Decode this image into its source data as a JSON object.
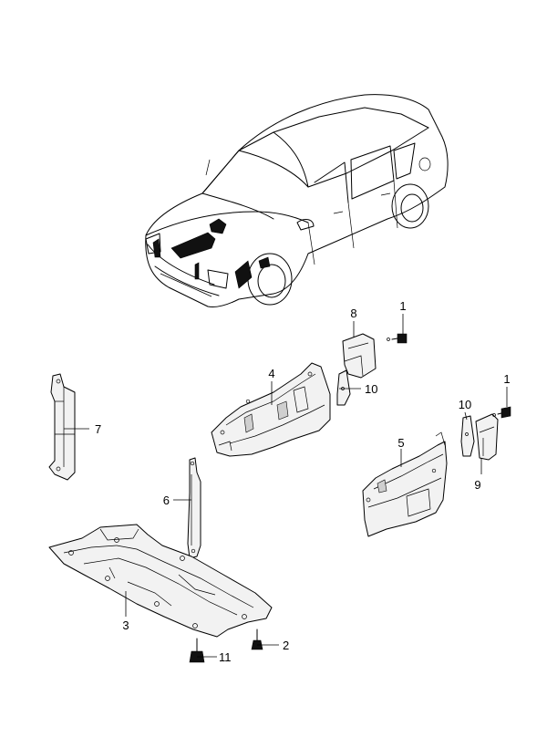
{
  "callouts": {
    "p1a": "1",
    "p1b": "1",
    "p2": "2",
    "p3": "3",
    "p4": "4",
    "p5": "5",
    "p6": "6",
    "p7": "7",
    "p8": "8",
    "p9": "9",
    "p10a": "10",
    "p10b": "10",
    "p11": "11"
  }
}
